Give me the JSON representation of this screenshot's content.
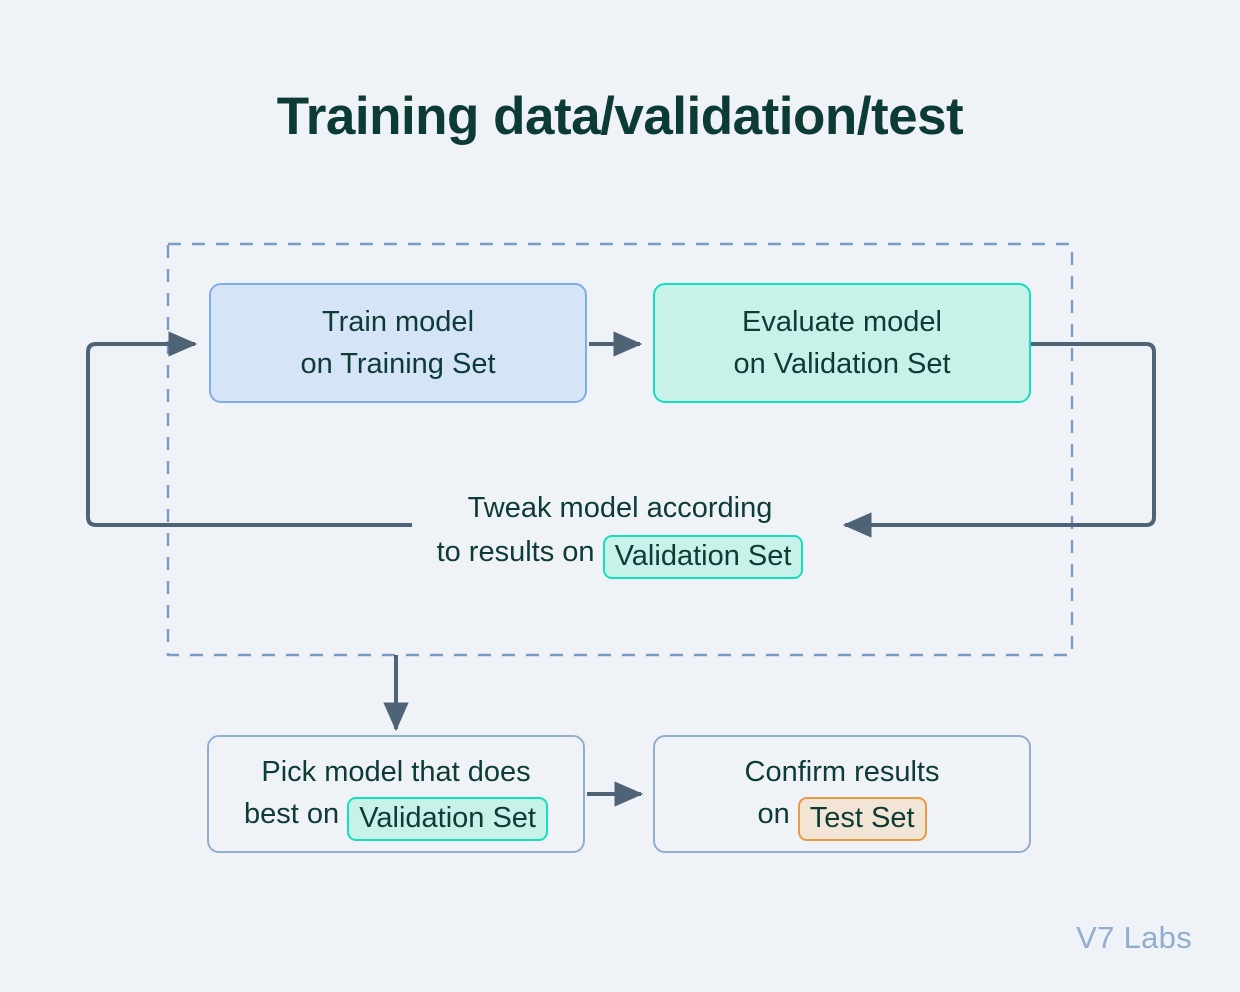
{
  "page": {
    "title": "Training data/validation/test",
    "watermark": "V7 Labs",
    "background_color": "#eff2f7",
    "title_color": "#0c3b35"
  },
  "colors": {
    "train_box_fill": "#d6e4f7",
    "train_box_border": "#7eaee8",
    "evaluate_box_fill": "#c6f2e9",
    "evaluate_box_border": "#16dcc0",
    "plain_box_border": "#93aecd",
    "dashed_group_border": "#7a9bc6",
    "connector_line": "#4f6376",
    "validation_pill_fill": "#c6f2e9",
    "validation_pill_border": "#16dcc0",
    "test_pill_fill": "#f3e5d6",
    "test_pill_border": "#eb9a42",
    "text": "#0d3b35",
    "watermark": "#93aecd"
  },
  "nodes": {
    "train": {
      "line1": "Train model",
      "line2": "on Training Set"
    },
    "evaluate": {
      "line1": "Evaluate model",
      "line2": "on Validation Set"
    },
    "tweak": {
      "line1": "Tweak model according",
      "line2_prefix": "to results on",
      "line2_pill": "Validation Set"
    },
    "pick": {
      "line1": "Pick model that does",
      "line2_prefix": "best on",
      "line2_pill": "Validation Set"
    },
    "confirm": {
      "line1": "Confirm results",
      "line2_prefix": "on",
      "line2_pill": "Test Set"
    }
  },
  "group": {
    "label": "tuning-loop-group",
    "style": "dashed"
  },
  "edges": [
    {
      "name": "loop-entry-to-train",
      "from": "loop-return",
      "to": "train",
      "arrow": "right"
    },
    {
      "name": "train-to-evaluate",
      "from": "train",
      "to": "evaluate",
      "arrow": "right"
    },
    {
      "name": "evaluate-to-tweak-loop",
      "from": "evaluate",
      "to": "tweak",
      "arrow": "left"
    },
    {
      "name": "tweak-to-train-loop",
      "from": "tweak",
      "to": "train",
      "arrow": "right"
    },
    {
      "name": "group-to-pick",
      "from": "tuning-loop-group",
      "to": "pick",
      "arrow": "down"
    },
    {
      "name": "pick-to-confirm",
      "from": "pick",
      "to": "confirm",
      "arrow": "right"
    }
  ]
}
